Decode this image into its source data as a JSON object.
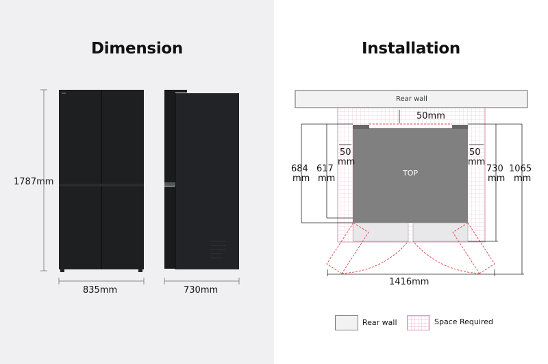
{
  "dimension": {
    "title": "Dimension",
    "height_label": "1787mm",
    "width_label": "835mm",
    "depth_label": "730mm",
    "product_colors": {
      "body": "#1e1f21",
      "background": "#f0f0f2"
    }
  },
  "installation": {
    "title": "Installation",
    "rear_wall_label": "Rear wall",
    "top_label": "TOP",
    "gap_rear": "50mm",
    "gap_left_num": "50",
    "gap_left_unit": "mm",
    "gap_right_num": "50",
    "gap_right_unit": "mm",
    "depth_684_num": "684",
    "depth_684_unit": "mm",
    "depth_617_num": "617",
    "depth_617_unit": "mm",
    "depth_730_num": "730",
    "depth_730_unit": "mm",
    "depth_1065_num": "1065",
    "depth_1065_unit": "mm",
    "door_open_width": "1416mm",
    "colors": {
      "space_grid": "#e8a8c8",
      "door_swing": "#e05050",
      "top_fill": "#808080"
    }
  },
  "legend": {
    "items": [
      {
        "label": "Rear wall",
        "swatch": "rear-wall"
      },
      {
        "label": "Space Required",
        "swatch": "space-grid"
      }
    ]
  }
}
